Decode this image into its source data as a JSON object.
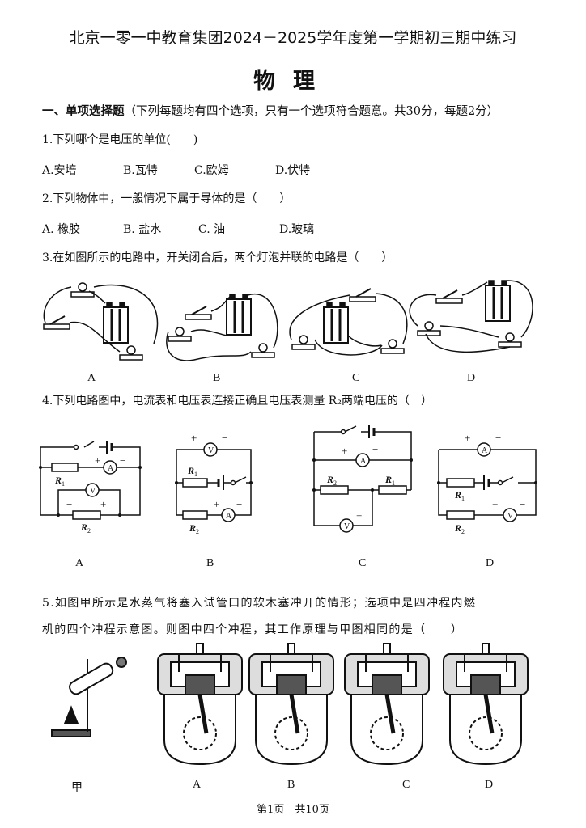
{
  "header": {
    "title": "北京一零一中教育集团2024－2025学年度第一学期初三期中练习",
    "subject": "物理"
  },
  "section1": {
    "label": "一、单项选择题",
    "note": "（下列每题均有四个选项，只有一个选项符合题意。共30分，每题2分）"
  },
  "questions": [
    {
      "stem": "1.下列哪个是电压的单位(　　)",
      "options": [
        "A.安培",
        "B.瓦特",
        "C.欧姆",
        "D.伏特"
      ]
    },
    {
      "stem": "2.下列物体中，一般情况下属于导体的是（　　）",
      "options": [
        "A.  橡胶",
        "B.  盐水",
        "C.  油",
        "D.玻璃"
      ]
    },
    {
      "stem": "3.在如图所示的电路中，开关闭合后，两个灯泡并联的电路是（　　）",
      "figure_labels": [
        "A",
        "B",
        "C",
        "D"
      ]
    },
    {
      "stem": "4.下列电路图中，电流表和电压表连接正确且电压表测量 R₂两端电压的（　）",
      "figure_labels": [
        "A",
        "B",
        "C",
        "D"
      ]
    },
    {
      "stem_line1": "5.如图甲所示是水蒸气将塞入试管口的软木塞冲开的情形；选项中是四冲程内燃",
      "stem_line2": "机的四个冲程示意图。则图中四个冲程，其工作原理与甲图相同的是（　　）",
      "figure_labels": [
        "甲",
        "A",
        "B",
        "C",
        "D"
      ]
    }
  ],
  "circuit_symbols": {
    "r1": "R",
    "r2": "R",
    "sub1": "1",
    "sub2": "2",
    "voltmeter": "V",
    "ammeter": "A",
    "plus": "+",
    "minus": "−"
  },
  "footer": {
    "page": "第1页　共10页"
  }
}
